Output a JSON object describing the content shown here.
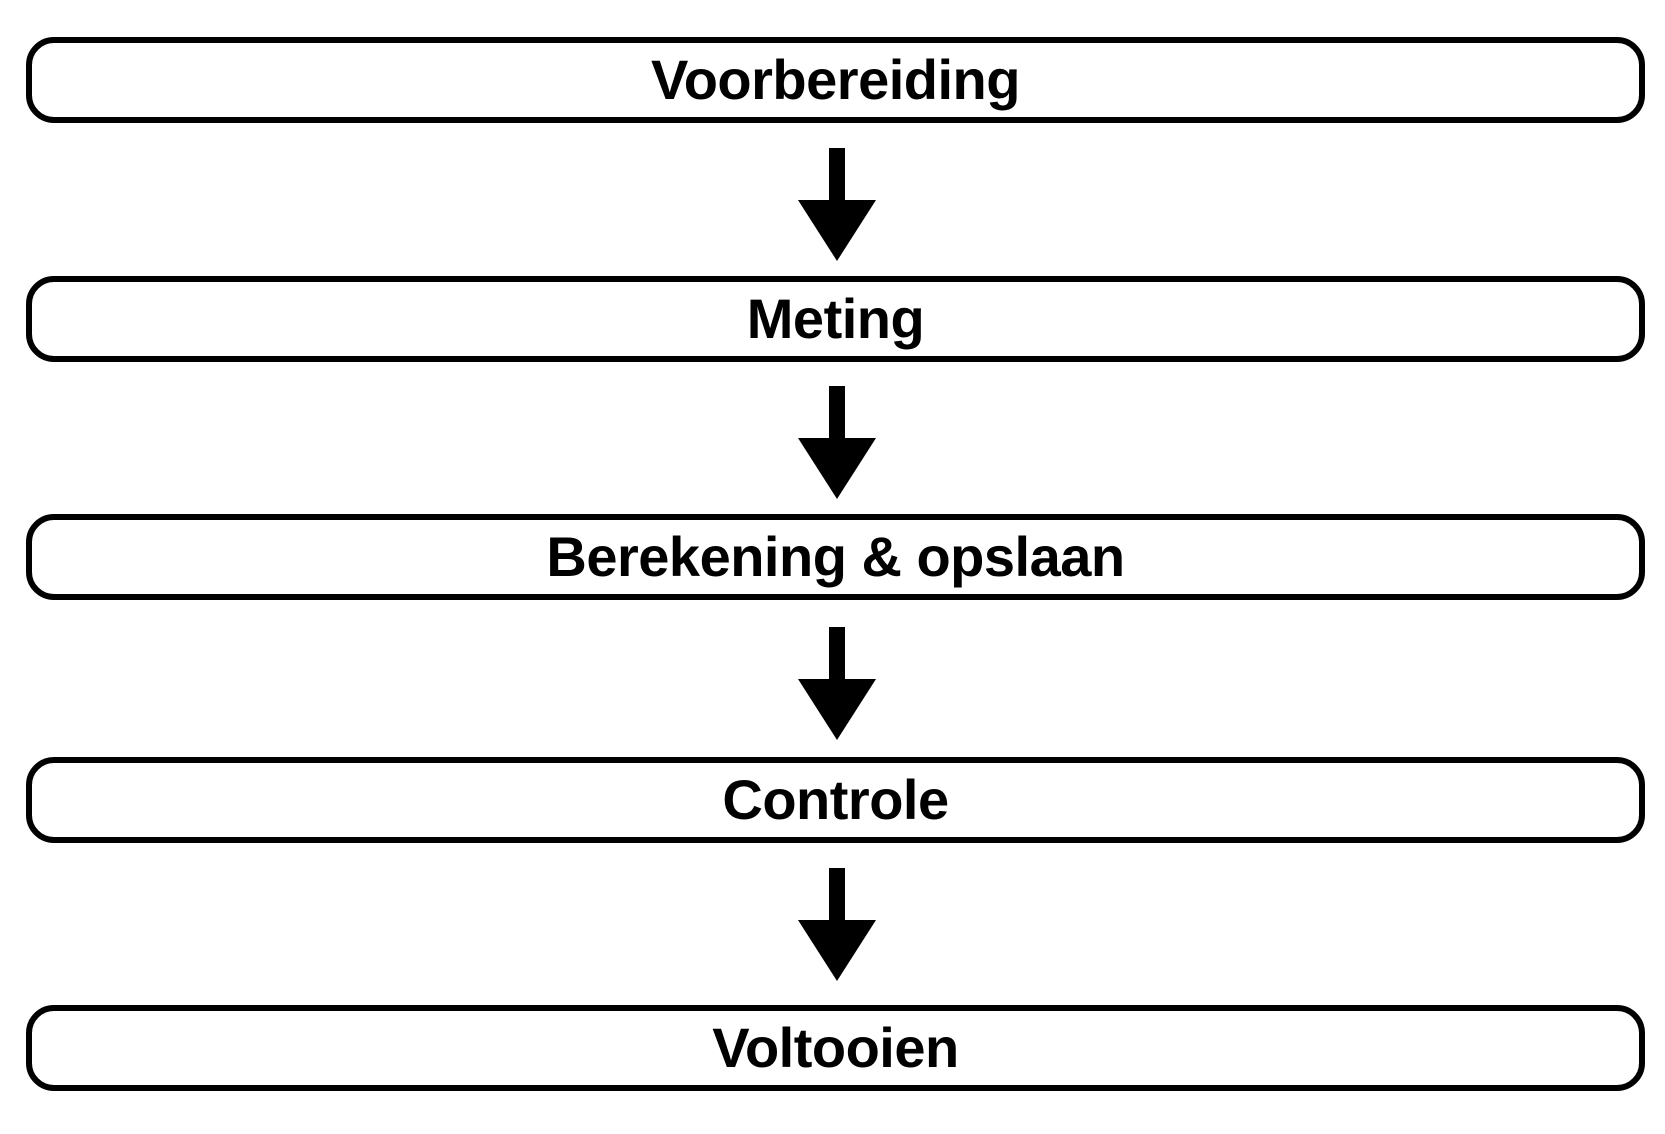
{
  "diagram": {
    "type": "flowchart",
    "direction": "top-down",
    "steps": [
      {
        "id": "step-1",
        "label": "Voorbereiding"
      },
      {
        "id": "step-2",
        "label": "Meting"
      },
      {
        "id": "step-3",
        "label": "Berekening & opslaan"
      },
      {
        "id": "step-4",
        "label": "Controle"
      },
      {
        "id": "step-5",
        "label": "Voltooien"
      }
    ],
    "connectors": [
      {
        "from": "Voorbereiding",
        "to": "Meting",
        "icon": "down-arrow-icon"
      },
      {
        "from": "Meting",
        "to": "Berekening & opslaan",
        "icon": "down-arrow-icon"
      },
      {
        "from": "Berekening & opslaan",
        "to": "Controle",
        "icon": "down-arrow-icon"
      },
      {
        "from": "Controle",
        "to": "Voltooien",
        "icon": "down-arrow-icon"
      }
    ],
    "colors": {
      "background": "#ffffff",
      "box_fill": "#ffffff",
      "box_border": "#000000",
      "text": "#000000",
      "arrow": "#000000"
    }
  }
}
